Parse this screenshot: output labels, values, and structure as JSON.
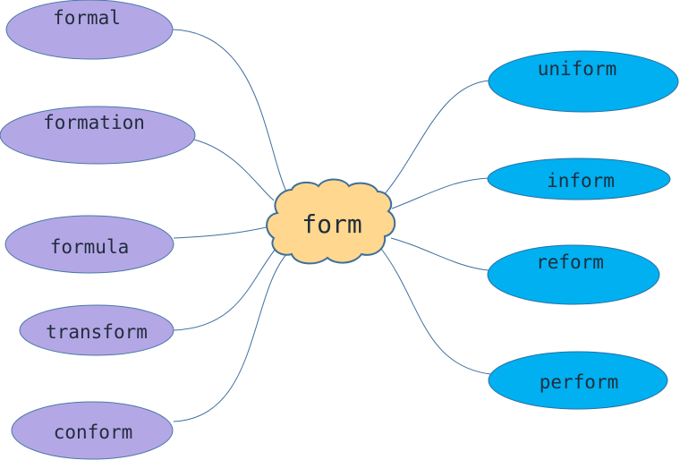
{
  "center": {
    "label": "form",
    "fill": "#ffd78e",
    "stroke": "#3d6f9a"
  },
  "left_words": [
    "formal",
    "formation",
    "formula",
    "transform",
    "conform"
  ],
  "right_words": [
    "uniform",
    "inform",
    "reform",
    "perform"
  ],
  "colors": {
    "left_fill": "#b4a7e5",
    "left_stroke": "#4a78a8",
    "right_fill": "#00b0f0",
    "right_stroke": "#2a6fa5",
    "connector": "#3f6fa0",
    "text": "#1f2d3d"
  }
}
